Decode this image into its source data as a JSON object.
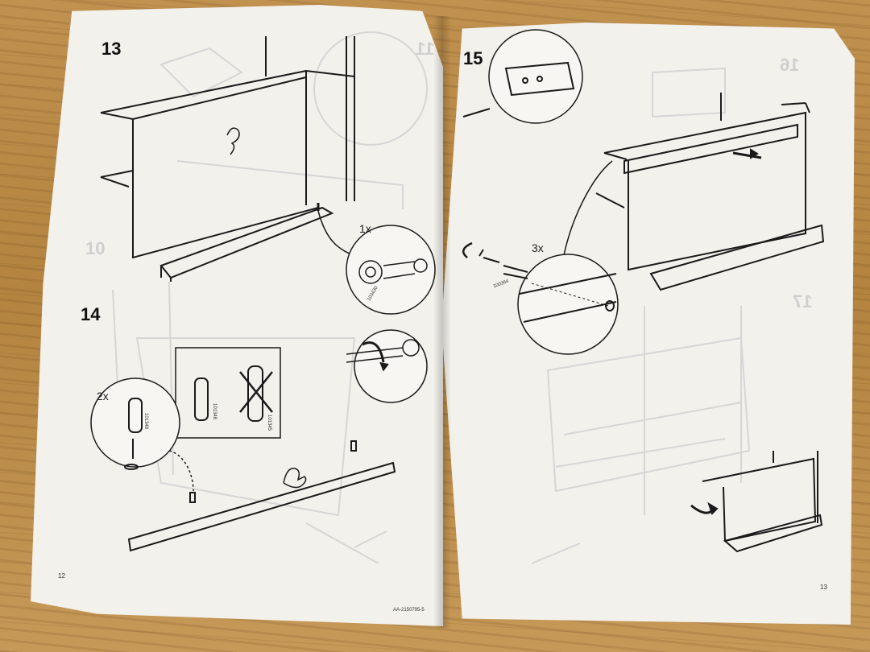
{
  "pages": {
    "left": {
      "steps": [
        "13",
        "14"
      ],
      "ghost_steps": [
        "11",
        "10"
      ],
      "qty_labels": [
        "1x",
        "2x"
      ],
      "part_codes": [
        "103430",
        "101348",
        "101348",
        "101345"
      ],
      "page_number": "12",
      "footer_code": "AA-2150795-5"
    },
    "right": {
      "steps": [
        "15"
      ],
      "ghost_steps": [
        "16",
        "17"
      ],
      "qty_labels": [
        "3x"
      ],
      "part_codes": [
        "100364"
      ],
      "page_number": "13"
    }
  },
  "colors": {
    "paper": "#f3f1ec",
    "ink": "#111111",
    "faded_ink": "#cfcfcf",
    "table": "#b98a4c"
  }
}
